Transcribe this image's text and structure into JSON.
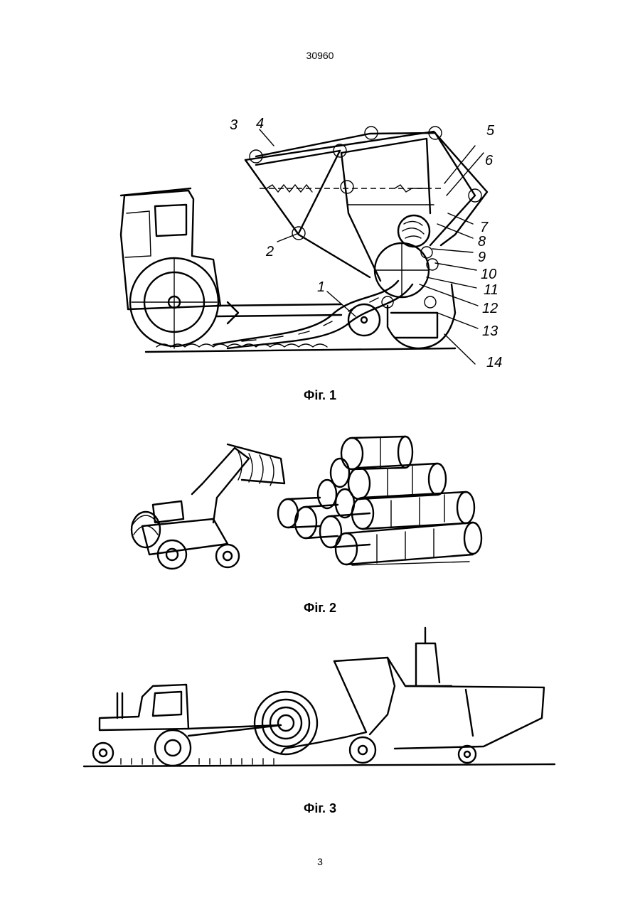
{
  "header": {
    "document_number": "30960"
  },
  "figures": [
    {
      "caption": "Фіг. 1",
      "labels": [
        "1",
        "2",
        "3",
        "4",
        "5",
        "6",
        "7",
        "8",
        "9",
        "10",
        "11",
        "12",
        "13",
        "14"
      ]
    },
    {
      "caption": "Фіг. 2"
    },
    {
      "caption": "Фіг. 3"
    }
  ],
  "footer": {
    "page_number": "3"
  }
}
